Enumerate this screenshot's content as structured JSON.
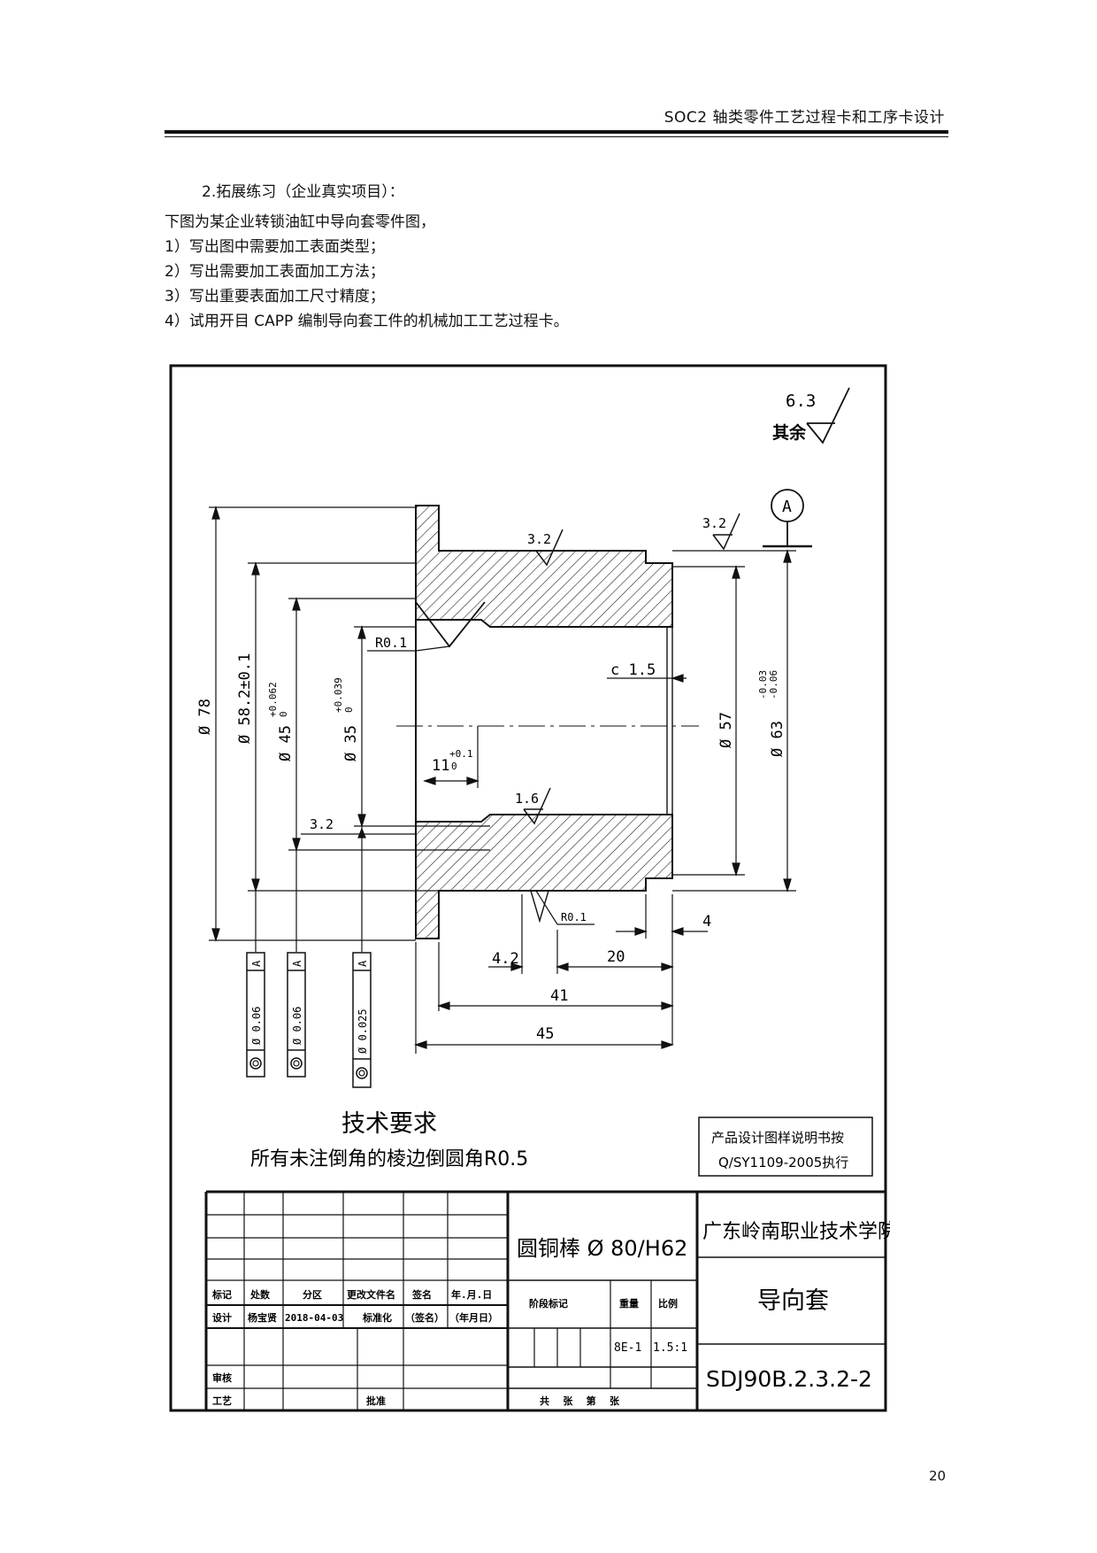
{
  "header": {
    "title": "SOC2 轴类零件工艺过程卡和工序卡设计"
  },
  "exercise": {
    "heading": "2.拓展练习（企业真实项目）：",
    "intro": "下图为某企业转锁油缸中导向套零件图，",
    "items": [
      "1）写出图中需要加工表面类型；",
      "2）写出需要加工表面加工方法；",
      "3）写出重要表面加工尺寸精度；",
      "4）试用开目 CAPP 编制导向套工件的机械加工工艺过程卡。"
    ]
  },
  "drawing": {
    "roughness_general": "6.3",
    "roughness_general_label": "其余",
    "roughness_values": [
      "3.2",
      "3.2",
      "1.6",
      "3.2"
    ],
    "datum": "A",
    "dims": {
      "d78": "Ø 78",
      "d58": "Ø 58.2±0.1",
      "d45": "Ø 45",
      "d45_tol_up": "+0.062",
      "d45_tol_lo": "0",
      "d35": "Ø 35",
      "d35_tol_up": "+0.039",
      "d35_tol_lo": "0",
      "d57": "Ø 57",
      "d63": "Ø 63",
      "d63_tol_up": "-0.03",
      "d63_tol_lo": "-0.06",
      "len11": "11",
      "len11_tol_up": "+0.1",
      "len11_tol_lo": "0",
      "r1": "R0.1",
      "r2": "R0.1",
      "chamfer": "c 1.5",
      "len4_2": "4.2",
      "len20": "20",
      "len4": "4",
      "len41": "41",
      "len45": "45"
    },
    "tolerance_frames": [
      {
        "value": "Ø 0.06",
        "datum": "A"
      },
      {
        "value": "Ø 0.06",
        "datum": "A"
      },
      {
        "value": "Ø 0.025",
        "datum": "A"
      }
    ],
    "tech_req_title": "技术要求",
    "tech_req_text": "所有未注倒角的棱边倒圆角R0.5",
    "note_line1": "产品设计图样说明书按",
    "note_line2": "Q/SY1109-2005执行",
    "title_block": {
      "material": "圆铜棒 Ø 80/H62",
      "company": "广东岭南职业技术学院",
      "part_name": "导向套",
      "drawing_no": "SDJ90B.2.3.2-2",
      "headers": [
        "标记",
        "处数",
        "分区",
        "更改文件名",
        "签名",
        "年.月.日"
      ],
      "row_design": [
        "设计",
        "杨宝贤",
        "2018-04-03",
        "标准化",
        "（签名）",
        "（年月日）"
      ],
      "stage_label": "阶段标记",
      "weight_label": "重量",
      "scale_label": "比例",
      "weight": "8E-1",
      "scale": "1.5:1",
      "review": "审核",
      "process": "工艺",
      "approve": "批准",
      "sheets": "共    张    第    张"
    }
  },
  "page": {
    "number": "20"
  }
}
